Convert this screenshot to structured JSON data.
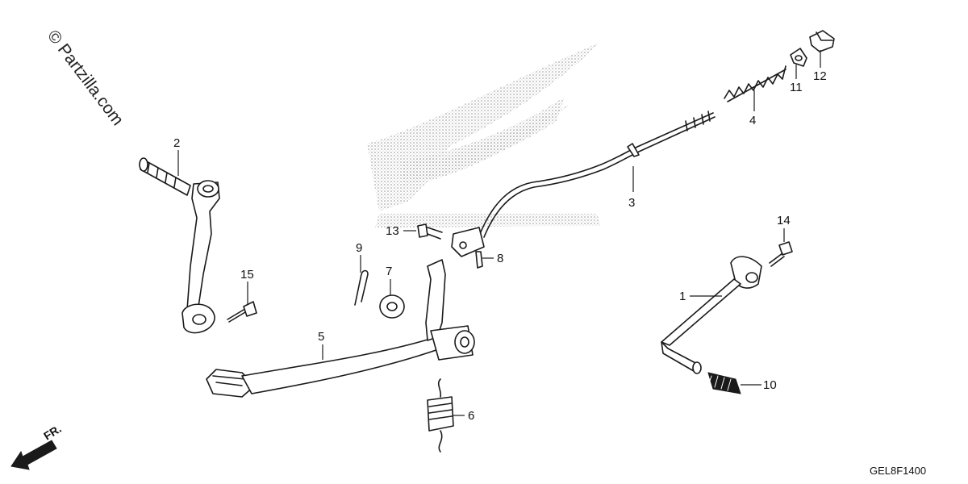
{
  "watermark": "© Partzilla.com",
  "diagram_code": "GEL8F1400",
  "front_label": "FR.",
  "parts": [
    {
      "number": "1",
      "part": "change-pedal"
    },
    {
      "number": "2",
      "part": "kick-starter-arm"
    },
    {
      "number": "3",
      "part": "brake-rod"
    },
    {
      "number": "4",
      "part": "brake-rod-spring"
    },
    {
      "number": "5",
      "part": "brake-pedal"
    },
    {
      "number": "6",
      "part": "brake-pedal-return-spring"
    },
    {
      "number": "7",
      "part": "washer"
    },
    {
      "number": "8",
      "part": "joint-pin"
    },
    {
      "number": "9",
      "part": "cotter-pin"
    },
    {
      "number": "10",
      "part": "pedal-rubber"
    },
    {
      "number": "11",
      "part": "brake-arm-joint"
    },
    {
      "number": "12",
      "part": "brake-adjusting-nut"
    },
    {
      "number": "13",
      "part": "bolt"
    },
    {
      "number": "14",
      "part": "bolt"
    },
    {
      "number": "15",
      "part": "bolt"
    }
  ]
}
